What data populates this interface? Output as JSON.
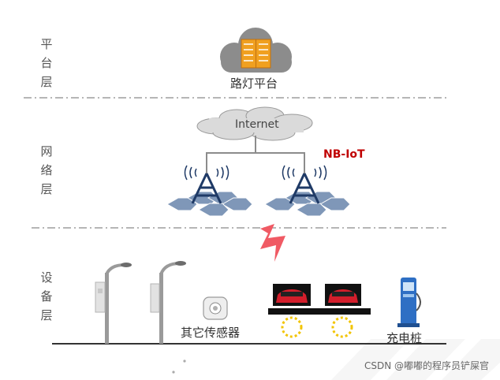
{
  "layers": {
    "platform": [
      "平",
      "台",
      "层"
    ],
    "network": [
      "网",
      "络",
      "层"
    ],
    "device": [
      "设",
      "备",
      "层"
    ]
  },
  "labels": {
    "platform_name": "路灯平台",
    "internet": "Internet",
    "nbiot": "NB-IoT",
    "other_sensors": "其它传感器",
    "charging_pile": "充电桩"
  },
  "watermark": "CSDN @嘟嘟的程序员铲屎官",
  "colors": {
    "divider": "#8a8a8a",
    "cloud_dark": "#8c8c8c",
    "cloud_light": "#dadada",
    "server": "#f0a020",
    "tower": "#1f3a66",
    "hex": "#7f97b8",
    "nbiot": "#c00000",
    "lightning": "#f05a64",
    "ground": "#333333",
    "coil": "#f2c400",
    "charger": "#2e6fc4"
  }
}
